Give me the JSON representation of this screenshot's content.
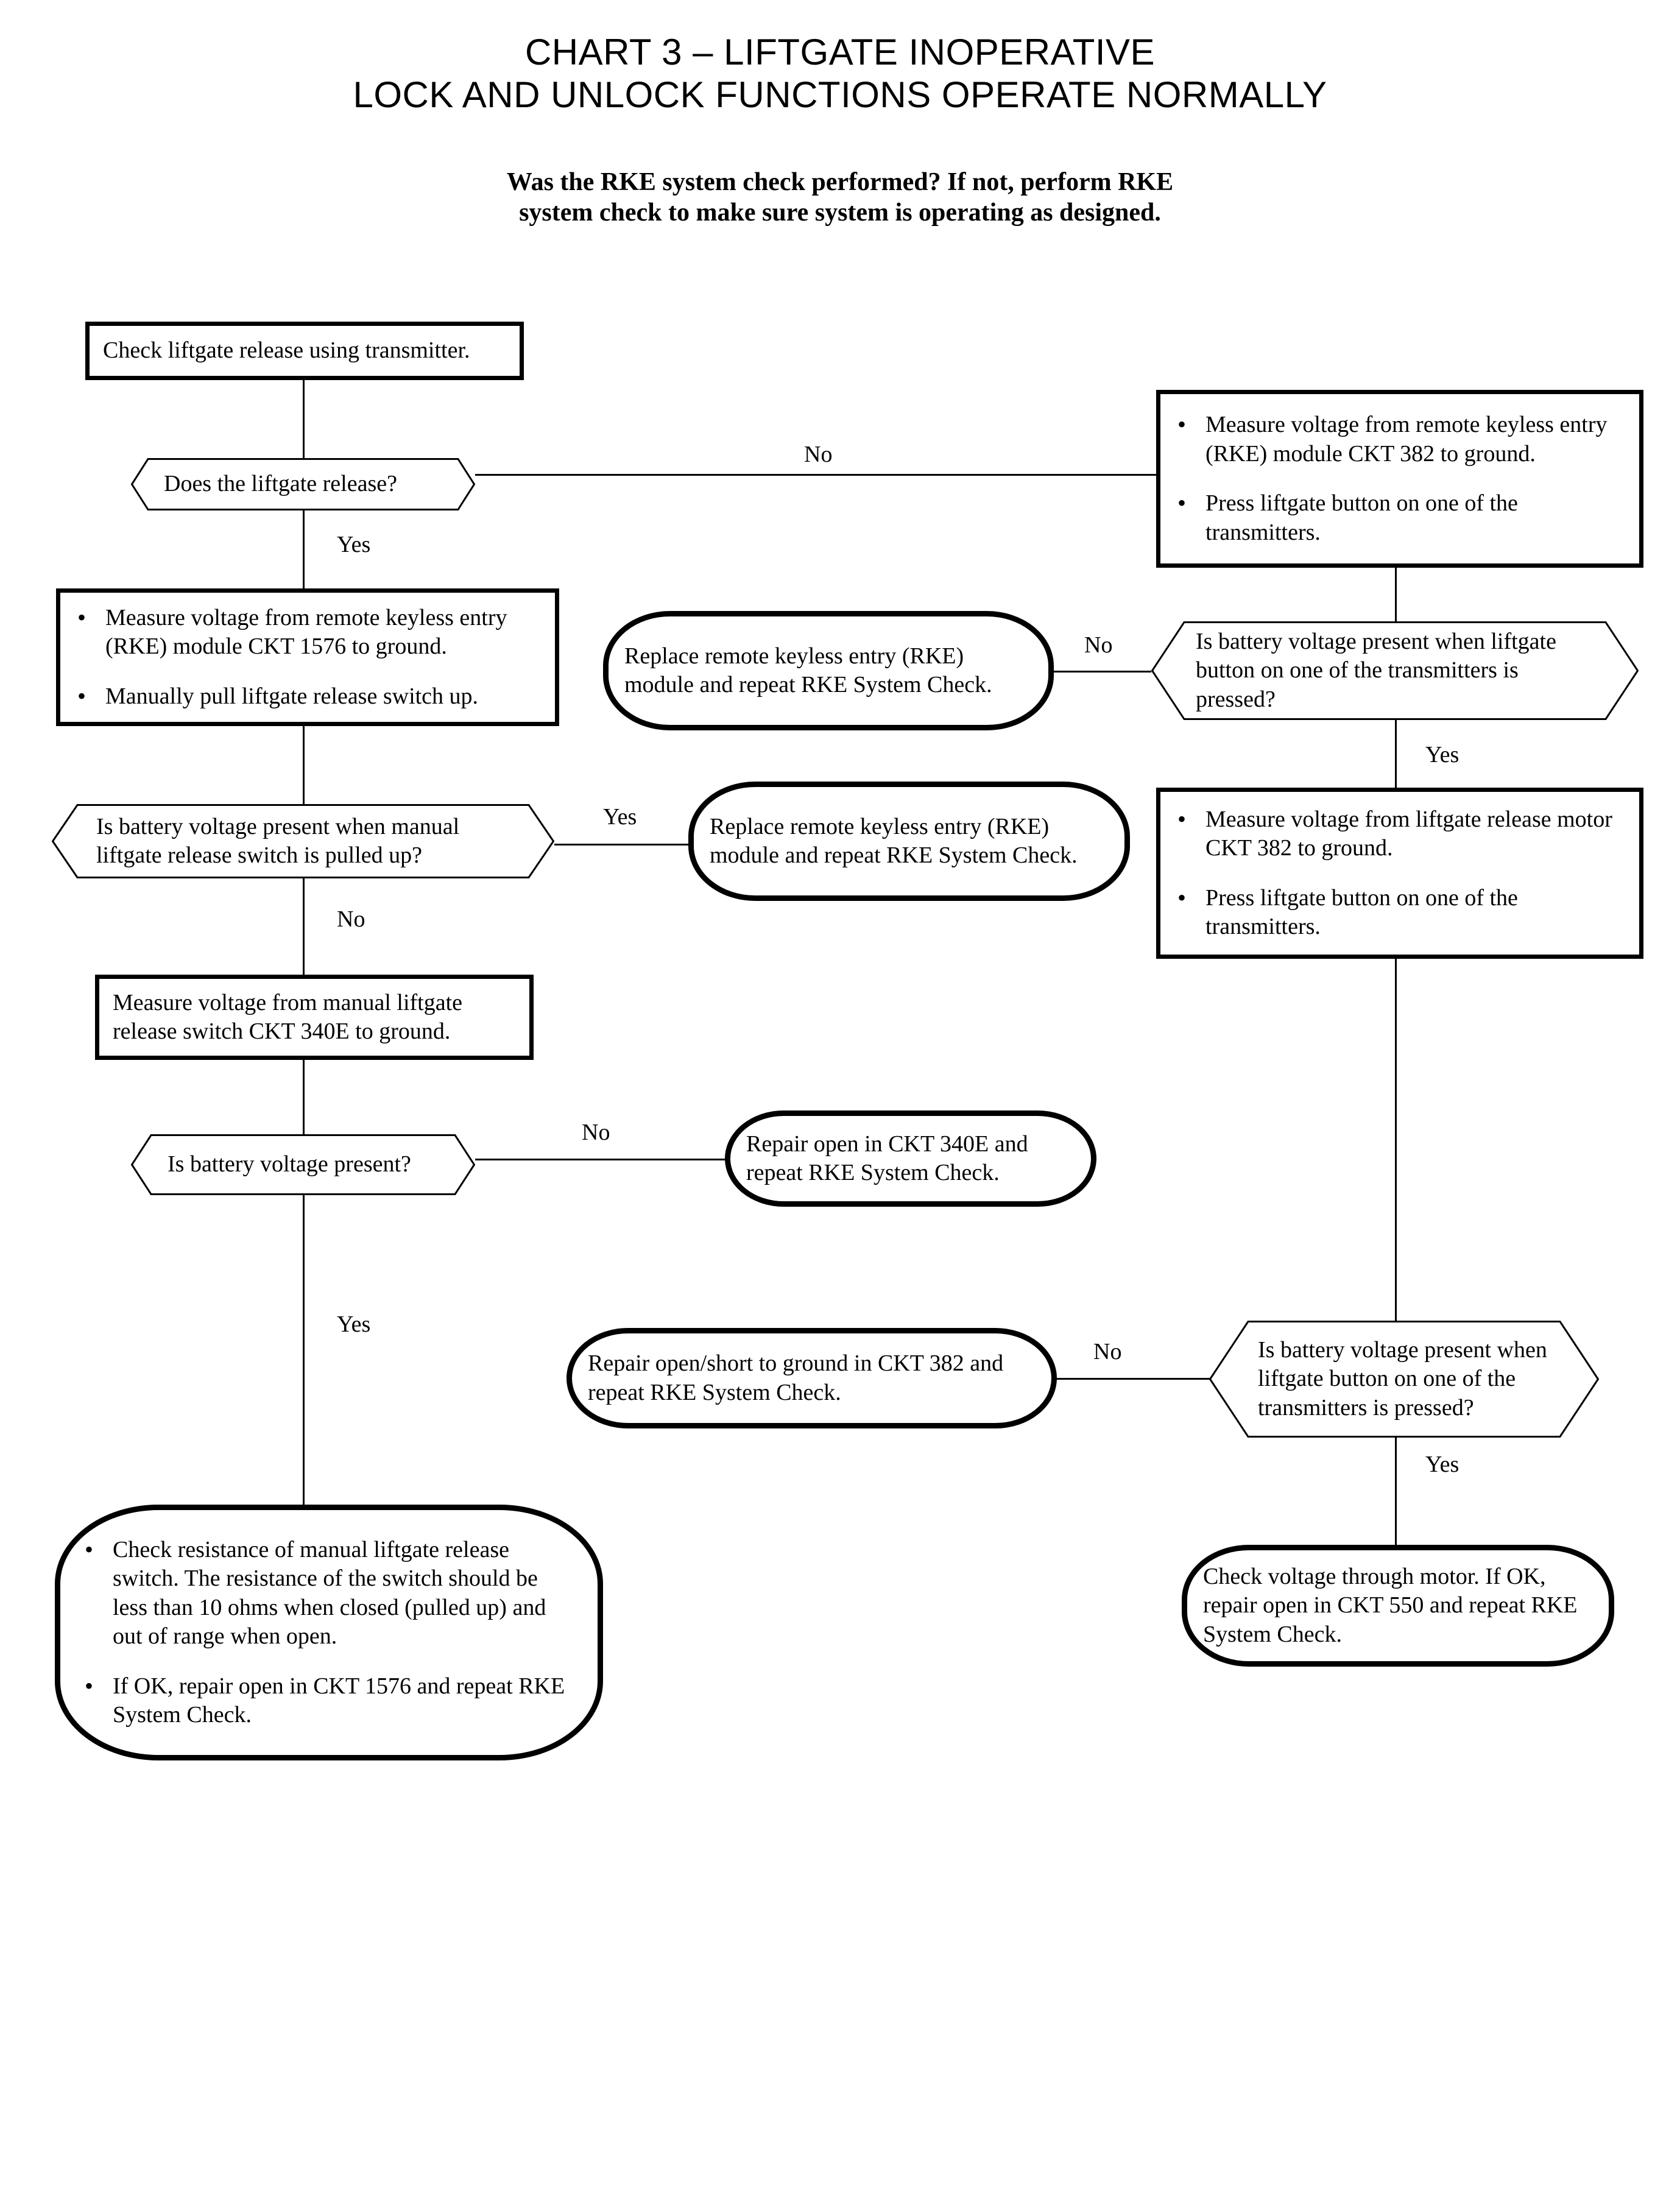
{
  "title": {
    "line1": "CHART 3 – LIFTGATE INOPERATIVE",
    "line2": "LOCK AND UNLOCK FUNCTIONS OPERATE NORMALLY"
  },
  "subtitle": {
    "line1": "Was the RKE system check performed?  If not, perform RKE",
    "line2": "system check to make sure system is operating as designed."
  },
  "nodes": {
    "start_check": {
      "type": "process",
      "text": "Check liftgate release using transmitter."
    },
    "q_does_release": {
      "type": "decision",
      "text": "Does the liftgate release?"
    },
    "measure_382": {
      "type": "process",
      "bullets": [
        "Measure voltage from remote keyless entry (RKE) module CKT 382 to ground.",
        "Press liftgate button on one of the transmitters."
      ]
    },
    "measure_1576": {
      "type": "process",
      "bullets": [
        "Measure voltage from remote keyless entry (RKE) module CKT 1576 to ground.",
        "Manually pull liftgate release switch up."
      ]
    },
    "replace_rke_a": {
      "type": "terminator",
      "text": "Replace remote keyless entry (RKE) module and repeat RKE System Check."
    },
    "q_batt_transmitter_a": {
      "type": "decision",
      "text": "Is battery voltage present when liftgate button on one of the transmitters is pressed?"
    },
    "q_batt_manual": {
      "type": "decision",
      "text": "Is battery voltage present when manual liftgate release switch is pulled up?"
    },
    "replace_rke_b": {
      "type": "terminator",
      "text": "Replace remote keyless entry (RKE) module and repeat RKE System Check."
    },
    "measure_motor_382": {
      "type": "process",
      "bullets": [
        "Measure voltage from liftgate release motor CKT 382 to ground.",
        "Press liftgate button on one of the transmitters."
      ]
    },
    "measure_340e": {
      "type": "process",
      "text": "Measure voltage from manual liftgate release switch CKT 340E to ground."
    },
    "q_batt_present": {
      "type": "decision",
      "text": "Is battery voltage present?"
    },
    "repair_340e": {
      "type": "terminator",
      "text": "Repair open in CKT 340E and repeat RKE System Check."
    },
    "repair_382": {
      "type": "terminator",
      "text": "Repair open/short to ground in CKT 382 and repeat RKE System Check."
    },
    "q_batt_transmitter_b": {
      "type": "decision",
      "text": "Is battery voltage present when liftgate button on one of the transmitters is pressed?"
    },
    "check_resistance": {
      "type": "terminator",
      "bullets": [
        "Check resistance of manual liftgate release switch.  The resistance of the switch should be less than 10 ohms when closed (pulled up) and out of range when open.",
        "If OK, repair open in CKT 1576 and repeat RKE System Check."
      ]
    },
    "check_motor_voltage": {
      "type": "terminator",
      "text": "Check voltage through motor. If OK, repair open in CKT 550 and repeat RKE System Check."
    }
  },
  "edges": {
    "release_no": "No",
    "release_yes": "Yes",
    "transmitter_a_no": "No",
    "transmitter_a_yes": "Yes",
    "manual_yes": "Yes",
    "manual_no": "No",
    "batt_present_no": "No",
    "batt_present_yes": "Yes",
    "transmitter_b_no": "No",
    "transmitter_b_yes": "Yes"
  },
  "colors": {
    "ink": "#000000",
    "paper": "#ffffff"
  }
}
